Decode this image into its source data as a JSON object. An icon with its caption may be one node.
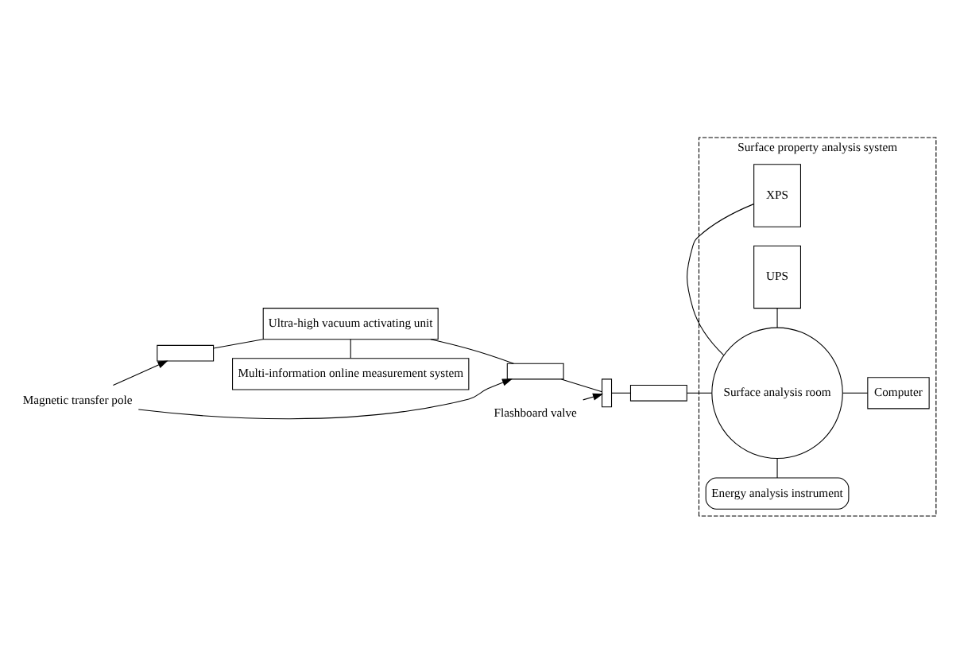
{
  "diagram": {
    "nodes": [
      {
        "text": [
          "Magnetic transfer pole"
        ]
      },
      {
        "text": [
          "Flashboard valve"
        ]
      },
      {
        "text": [
          "Surface property analysis system"
        ]
      },
      {
        "text": [
          "Energy analysis instrument"
        ],
        "in": 2
      },
      {
        "text": [],
        "shape": "bar"
      },
      {
        "text": [
          "Ultra-high vacuum activating unit"
        ]
      },
      {
        "text": [],
        "shape": "bar"
      },
      {
        "text": [],
        "shape": "box"
      },
      {
        "text": [],
        "shape": "bar"
      },
      {
        "text": [
          "Surface analysis room"
        ],
        "in": 2
      },
      {
        "text": [
          "Computer"
        ],
        "in": 2
      },
      {
        "text": [
          "Multi-information online measurement system"
        ]
      },
      {
        "text": [
          "XPS"
        ],
        "in": 2
      },
      {
        "text": [
          "UPS"
        ],
        "in": 2
      }
    ],
    "edges": [
      {
        "from": 0,
        "to": 4,
        "arrow": "to"
      },
      {
        "from": 0,
        "to": 6,
        "arrow": "to"
      },
      {
        "from": 1,
        "to": 7,
        "arrow": "to"
      },
      {
        "from": 4,
        "to": 5,
        "arrow": "none"
      },
      {
        "from": 5,
        "to": 6,
        "arrow": "none"
      },
      {
        "from": 6,
        "to": 7,
        "arrow": "none"
      },
      {
        "from": 7,
        "to": 8,
        "arrow": "none"
      },
      {
        "from": 8,
        "to": 9,
        "arrow": "none"
      },
      {
        "from": 5,
        "to": 11,
        "arrow": "none"
      },
      {
        "from": 3,
        "to": 9,
        "arrow": "none"
      },
      {
        "from": 9,
        "to": 10,
        "arrow": "none"
      },
      {
        "from": 9,
        "to": 12,
        "arrow": "none"
      },
      {
        "from": 9,
        "to": 13,
        "arrow": "none"
      }
    ]
  }
}
